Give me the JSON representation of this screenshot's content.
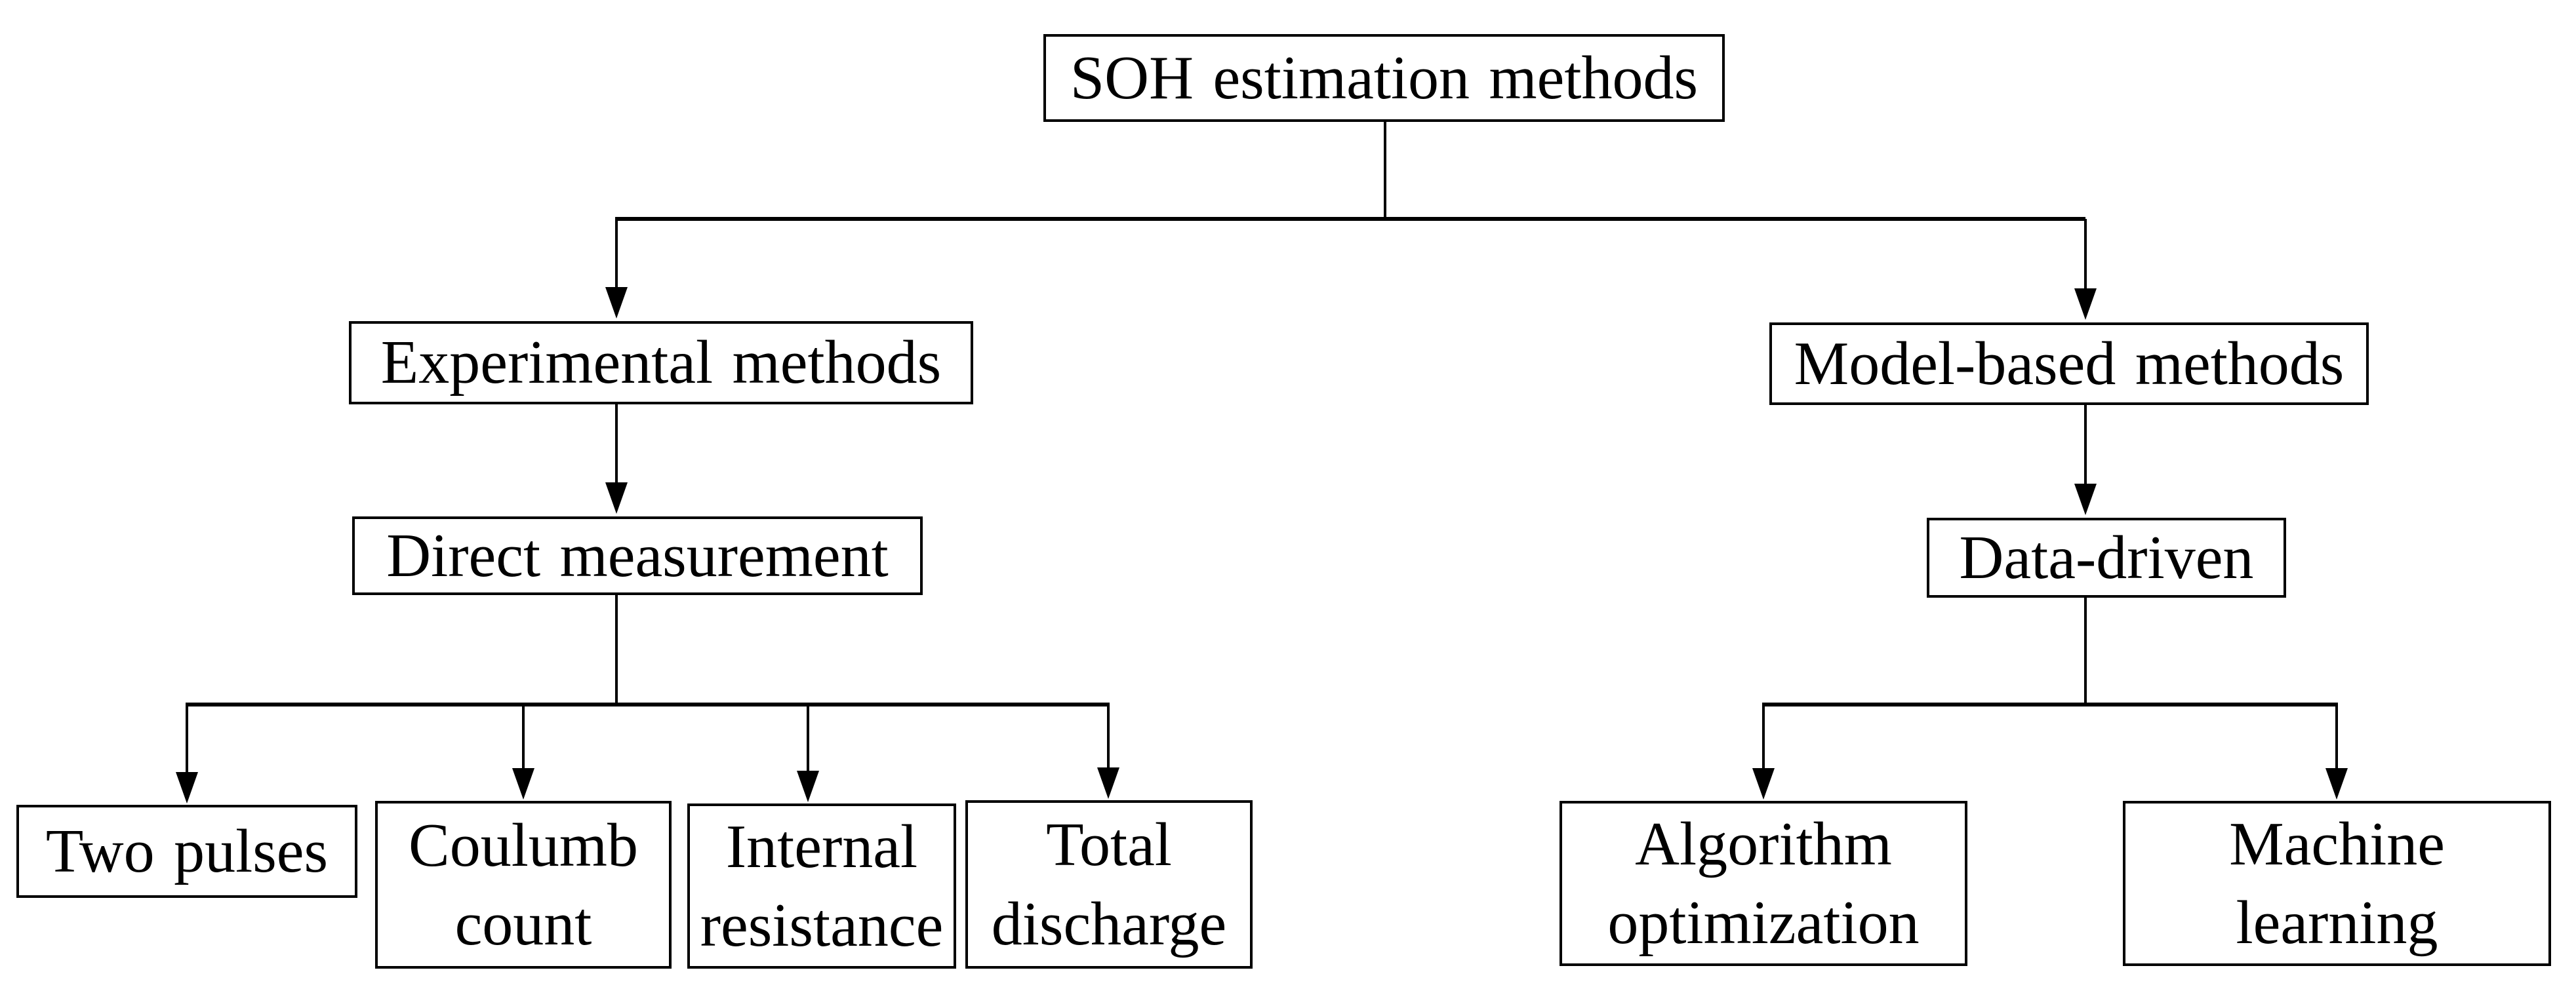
{
  "diagram": {
    "type": "flowchart-tree",
    "background_color": "#ffffff",
    "line_color": "#000000",
    "text_color": "#000000",
    "nodes": {
      "root": {
        "label": "SOH estimation methods"
      },
      "experimental": {
        "label": "Experimental methods"
      },
      "model_based": {
        "label": "Model-based methods"
      },
      "direct_measurement": {
        "label": "Direct measurement"
      },
      "data_driven": {
        "label": "Data-driven"
      },
      "two_pulses": {
        "label": "Two pulses"
      },
      "coulumb_count": {
        "label": "Coulumb count"
      },
      "internal_resistance": {
        "label": "Internal resistance"
      },
      "total_discharge": {
        "label": "Total discharge"
      },
      "algorithm_optimization": {
        "label": "Algorithm optimization"
      },
      "machine_learning": {
        "label": "Machine learning"
      }
    },
    "edges": [
      {
        "from": "SOH estimation methods",
        "to": "Experimental methods"
      },
      {
        "from": "SOH estimation methods",
        "to": "Model-based methods"
      },
      {
        "from": "Experimental methods",
        "to": "Direct measurement"
      },
      {
        "from": "Direct measurement",
        "to": "Two pulses"
      },
      {
        "from": "Direct measurement",
        "to": "Coulumb count"
      },
      {
        "from": "Direct measurement",
        "to": "Internal resistance"
      },
      {
        "from": "Direct measurement",
        "to": "Total discharge"
      },
      {
        "from": "Model-based methods",
        "to": "Data-driven"
      },
      {
        "from": "Data-driven",
        "to": "Algorithm optimization"
      },
      {
        "from": "Data-driven",
        "to": "Machine learning"
      }
    ]
  }
}
